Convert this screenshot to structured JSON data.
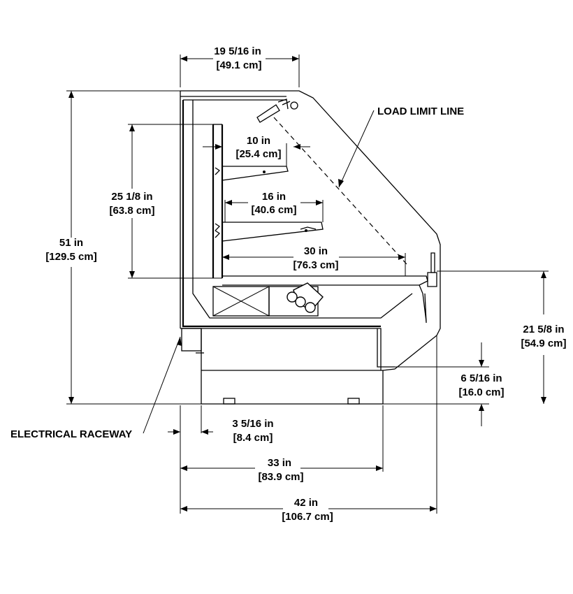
{
  "dimensions": {
    "top_width": {
      "imperial": "19 5/16 in",
      "metric": "[49.1 cm]"
    },
    "overall_height": {
      "imperial": "51 in",
      "metric": "[129.5 cm]"
    },
    "shelf_height": {
      "imperial": "25 1/8 in",
      "metric": "[63.8 cm]"
    },
    "shelf_top_depth": {
      "imperial": "10 in",
      "metric": "[25.4 cm]"
    },
    "shelf_middle_depth": {
      "imperial": "16 in",
      "metric": "[40.6 cm]"
    },
    "deck_depth": {
      "imperial": "30 in",
      "metric": "[76.3 cm]"
    },
    "front_height": {
      "imperial": "21 5/8 in",
      "metric": "[54.9 cm]"
    },
    "raceway_height": {
      "imperial": "6 5/16 in",
      "metric": "[16.0 cm]"
    },
    "raceway_offset": {
      "imperial": "3 5/16 in",
      "metric": "[8.4 cm]"
    },
    "base_depth": {
      "imperial": "33 in",
      "metric": "[83.9 cm]"
    },
    "overall_depth": {
      "imperial": "42 in",
      "metric": "[106.7 cm]"
    }
  },
  "callouts": {
    "load_limit": "LOAD LIMIT LINE",
    "electrical_raceway": "ELECTRICAL RACEWAY"
  }
}
